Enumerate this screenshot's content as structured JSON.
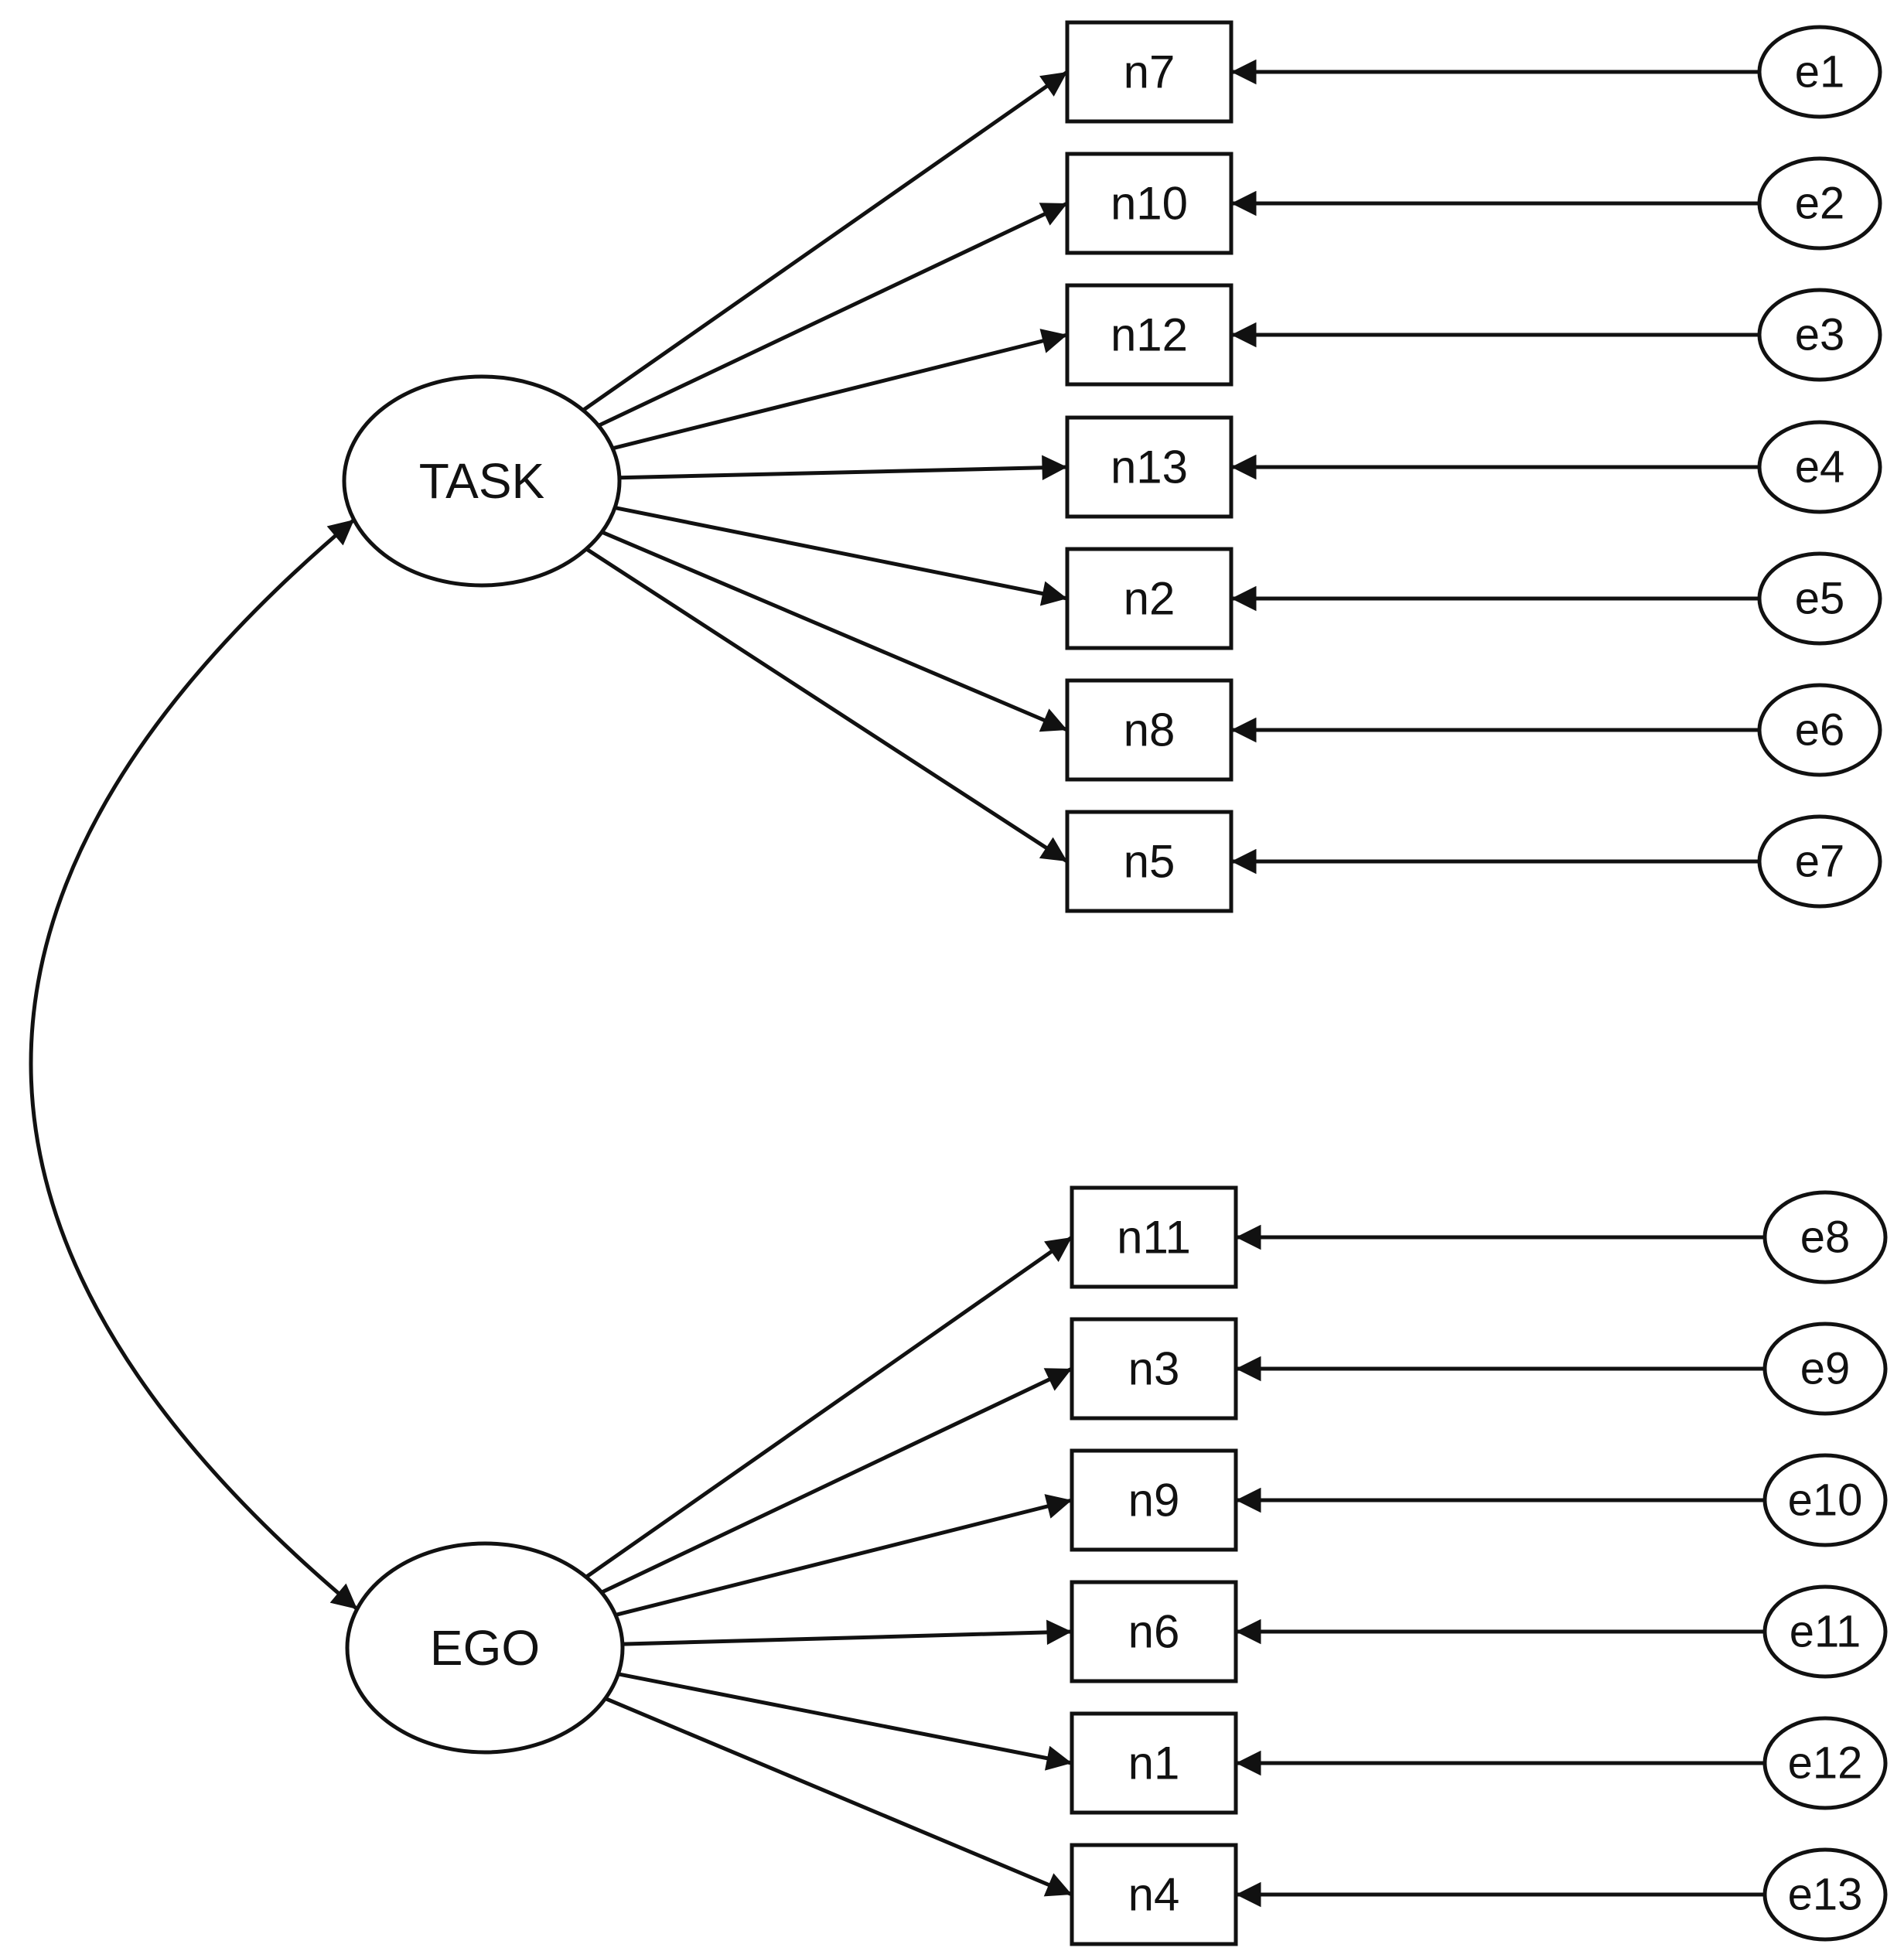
{
  "latent_factors": [
    {
      "id": "task",
      "label": "TASK"
    },
    {
      "id": "ego",
      "label": "EGO"
    }
  ],
  "indicators": {
    "task": [
      {
        "item": "n7",
        "error": "e1"
      },
      {
        "item": "n10",
        "error": "e2"
      },
      {
        "item": "n12",
        "error": "e3"
      },
      {
        "item": "n13",
        "error": "e4"
      },
      {
        "item": "n2",
        "error": "e5"
      },
      {
        "item": "n8",
        "error": "e6"
      },
      {
        "item": "n5",
        "error": "e7"
      }
    ],
    "ego": [
      {
        "item": "n11",
        "error": "e8"
      },
      {
        "item": "n3",
        "error": "e9"
      },
      {
        "item": "n9",
        "error": "e10"
      },
      {
        "item": "n6",
        "error": "e11"
      },
      {
        "item": "n1",
        "error": "e12"
      },
      {
        "item": "n4",
        "error": "e13"
      }
    ]
  },
  "covariance": {
    "from": "task",
    "to": "ego"
  },
  "colors": {
    "line": "#111111",
    "background": "#ffffff"
  }
}
